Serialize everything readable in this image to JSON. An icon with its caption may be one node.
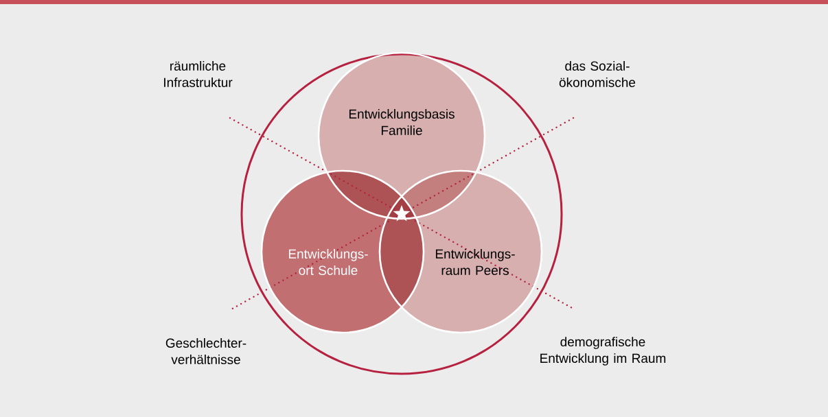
{
  "diagram": {
    "nodes": [
      {
        "text": [],
        "shape": "circle"
      },
      {
        "text": [
          "Entwicklungsbasis Familie"
        ],
        "in": 0
      },
      {
        "text": [
          "Entwicklungs- ort Schule"
        ],
        "in": 0
      },
      {
        "text": [
          "Entwicklungs- raum Peers"
        ],
        "in": 0
      }
    ],
    "labels": [
      "räumliche Infrastruktur",
      "das Sozial- ökonomische",
      "Geschlechter- verhältnisse",
      "demografische Entwicklung im Raum"
    ]
  }
}
